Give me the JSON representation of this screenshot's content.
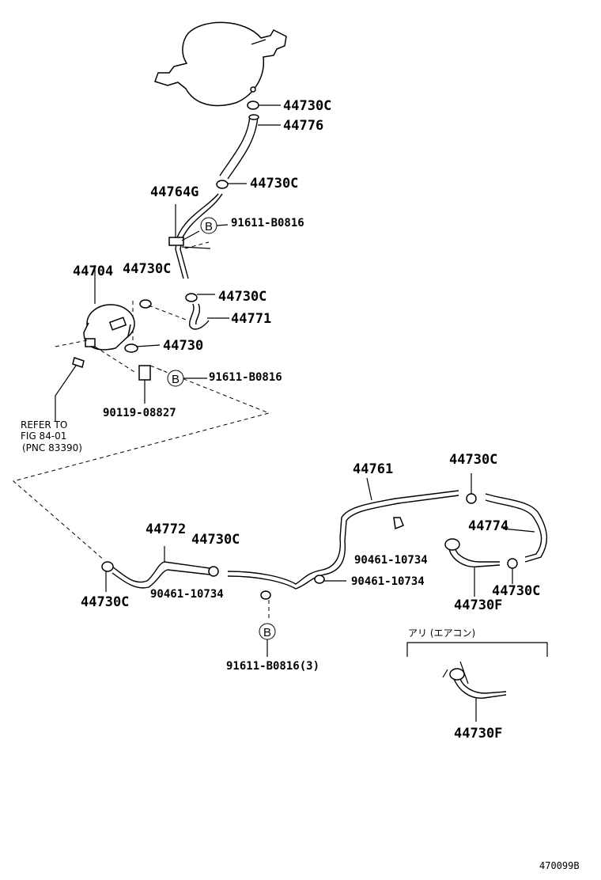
{
  "diagram_code": "470099B",
  "labels": {
    "l01": "44730C",
    "l02": "44776",
    "l03": "44730C",
    "l04": "44764G",
    "l05": "91611-B0816",
    "l06": "44704",
    "l07": "44730C",
    "l08": "44730C",
    "l09": "44771",
    "l10": "44730",
    "l11": "91611-B0816",
    "l12": "90119-08827",
    "l13": "44761",
    "l14": "44730C",
    "l15": "44774",
    "l16": "44772",
    "l17": "44730C",
    "l18": "90461-10734",
    "l19": "90461-10734",
    "l20": "90461-10734",
    "l21": "44730C",
    "l22": "44730F",
    "l23": "44730C",
    "l24": "91611-B0816(3)",
    "l25": "44730F"
  },
  "bubbles": {
    "b1": "B",
    "b2": "B",
    "b3": "B"
  },
  "reference": {
    "line1": "REFER TO",
    "line2": "FIG 84-01",
    "line3": "(PNC 83390)"
  },
  "option_note": "アリ (エアコン)"
}
